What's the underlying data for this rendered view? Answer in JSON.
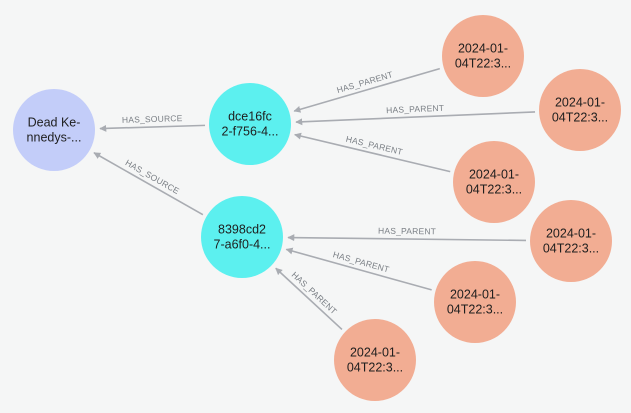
{
  "graph": {
    "colors": {
      "background": "#f5f6f6",
      "source": "#c3cdf9",
      "chunk": "#5cf0ef",
      "timestamp": "#f2ad93",
      "edge": "#a9acb2",
      "edge_label": "#7a7f85"
    },
    "nodes": [
      {
        "id": "dk",
        "type": "source",
        "lines": [
          "Dead Ke-",
          "nnedys-..."
        ]
      },
      {
        "id": "c1",
        "type": "chunk",
        "lines": [
          "dce16fc",
          "2-f756-4..."
        ]
      },
      {
        "id": "c2",
        "type": "chunk",
        "lines": [
          "8398cd2",
          "7-a6f0-4..."
        ]
      },
      {
        "id": "t1",
        "type": "timestamp",
        "lines": [
          "2024-01-",
          "04T22:3..."
        ]
      },
      {
        "id": "t2",
        "type": "timestamp",
        "lines": [
          "2024-01-",
          "04T22:3..."
        ]
      },
      {
        "id": "t3",
        "type": "timestamp",
        "lines": [
          "2024-01-",
          "04T22:3..."
        ]
      },
      {
        "id": "t4",
        "type": "timestamp",
        "lines": [
          "2024-01-",
          "04T22:3..."
        ]
      },
      {
        "id": "t5",
        "type": "timestamp",
        "lines": [
          "2024-01-",
          "04T22:3..."
        ]
      },
      {
        "id": "t6",
        "type": "timestamp",
        "lines": [
          "2024-01-",
          "04T22:3..."
        ]
      }
    ],
    "edges": [
      {
        "from": "c1",
        "to": "dk",
        "label": "HAS_SOURCE"
      },
      {
        "from": "c2",
        "to": "dk",
        "label": "HAS_SOURCE"
      },
      {
        "from": "t1",
        "to": "c1",
        "label": "HAS_PARENT"
      },
      {
        "from": "t2",
        "to": "c1",
        "label": "HAS_PARENT"
      },
      {
        "from": "t3",
        "to": "c1",
        "label": "HAS_PARENT"
      },
      {
        "from": "t4",
        "to": "c2",
        "label": "HAS_PARENT"
      },
      {
        "from": "t5",
        "to": "c2",
        "label": "HAS_PARENT"
      },
      {
        "from": "t6",
        "to": "c2",
        "label": "HAS_PARENT"
      }
    ]
  }
}
